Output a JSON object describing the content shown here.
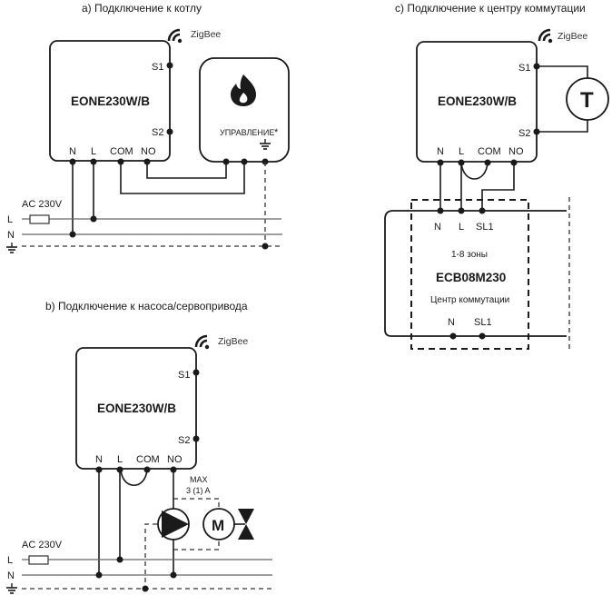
{
  "diagram_a": {
    "title": "a) Подключение к котлу",
    "wireless": "ZigBee",
    "device": "EONE230W/B",
    "terminals": {
      "s1": "S1",
      "s2": "S2",
      "n": "N",
      "l": "L",
      "com": "COM",
      "no": "NO"
    },
    "boiler_label": "УПРАВЛЕНИЕ",
    "boiler_note": "*",
    "supply": "AC 230V",
    "lines": {
      "l": "L",
      "n": "N"
    }
  },
  "diagram_b": {
    "title": "b) Подключение к насоса/сервопривода",
    "wireless": "ZigBee",
    "device": "EONE230W/B",
    "terminals": {
      "s1": "S1",
      "s2": "S2",
      "n": "N",
      "l": "L",
      "com": "COM",
      "no": "NO"
    },
    "max_label": "MAX",
    "max_value": "3 (1) A",
    "motor_label": "M",
    "supply": "AC 230V",
    "lines": {
      "l": "L",
      "n": "N"
    }
  },
  "diagram_c": {
    "title": "c)  Подключение к центру коммутации",
    "wireless": "ZigBee",
    "device": "EONE230W/B",
    "terminals": {
      "s1": "S1",
      "s2": "S2",
      "n": "N",
      "l": "L",
      "com": "COM",
      "no": "NO"
    },
    "sensor_label": "T",
    "hub_terminals_top": {
      "n": "N",
      "l": "L",
      "sl1": "SL1"
    },
    "hub_zones": "1-8 зоны",
    "hub_model": "ECB08M230",
    "hub_name": "Центр коммутации",
    "hub_terminals_bottom": {
      "n": "N",
      "sl1": "SL1"
    }
  }
}
